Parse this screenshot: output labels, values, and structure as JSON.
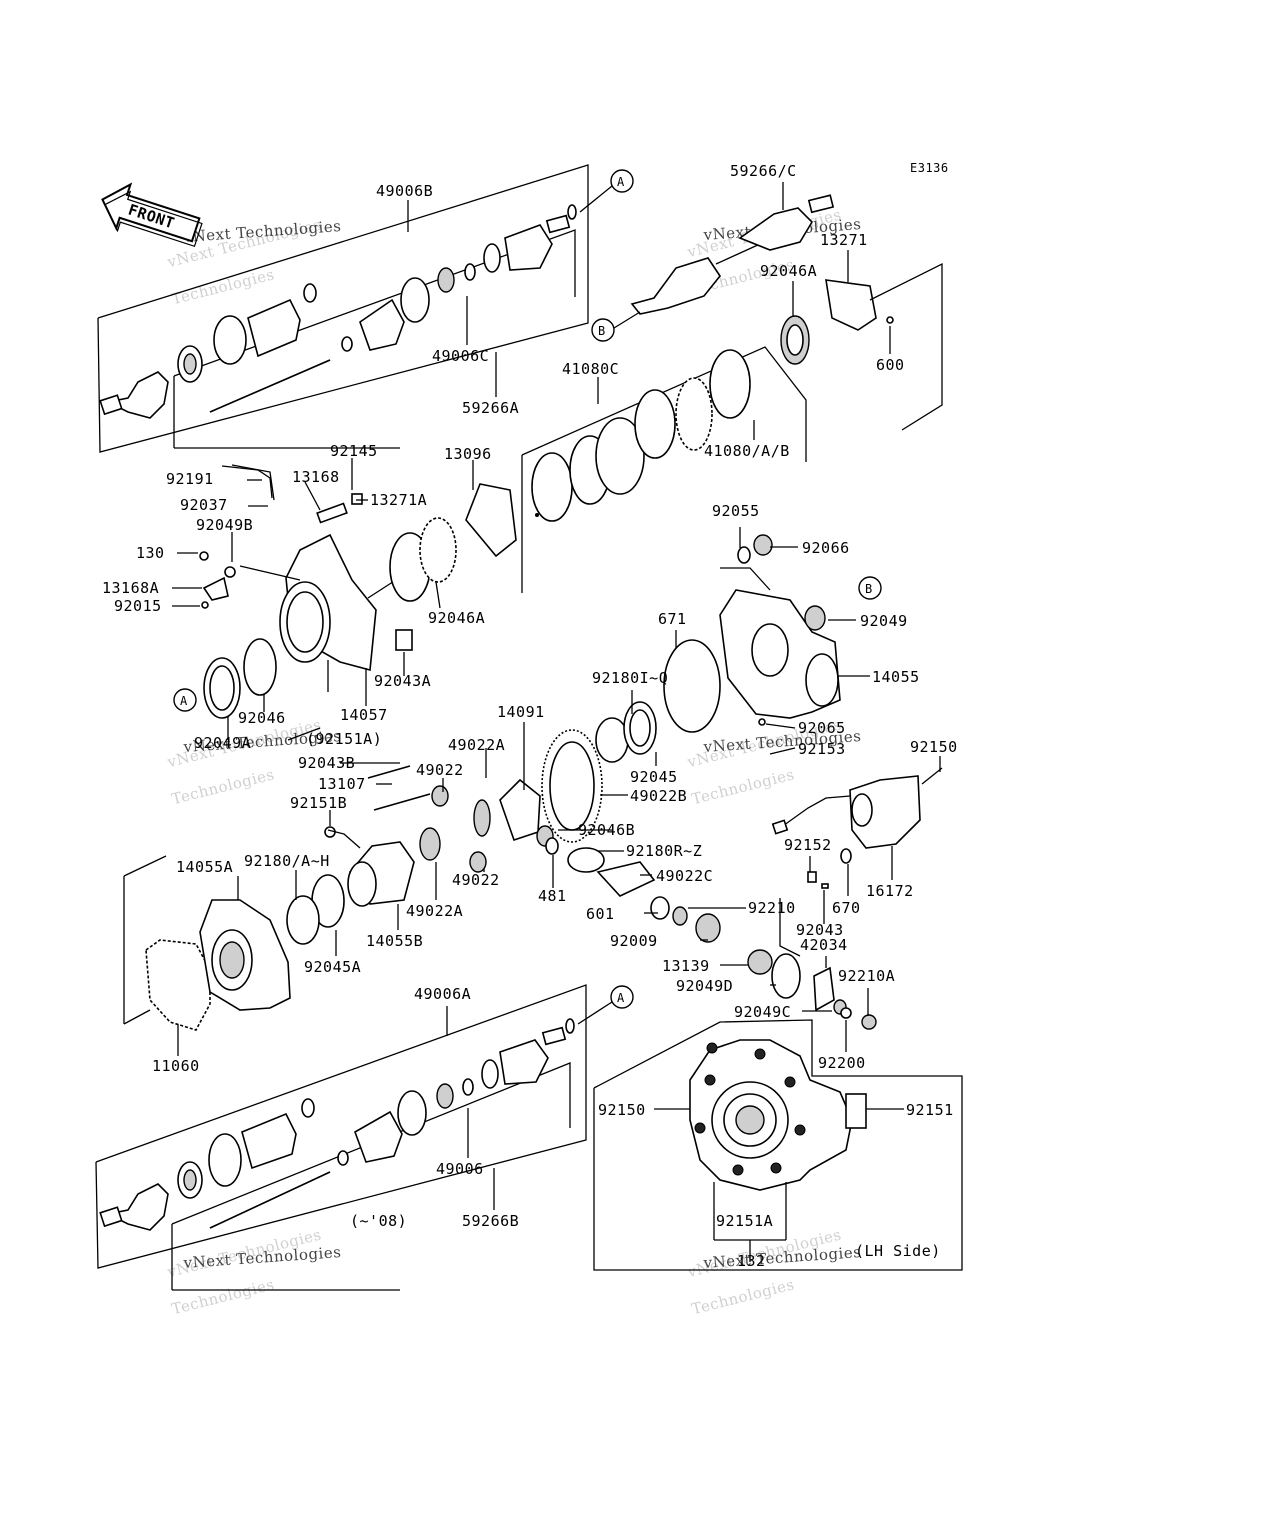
{
  "diagram": {
    "code": "E3136",
    "front_label": "FRONT",
    "side_label": "(LH Side)",
    "version_note": "(~'08)",
    "markers": {
      "a": "A",
      "b": "B"
    },
    "watermark": {
      "line1": "vNext Technologies",
      "line2": "Technologies"
    },
    "parts": [
      "49006B",
      "49006C",
      "59266A",
      "59266/C",
      "13271",
      "92046A",
      "600",
      "41080C",
      "41080/A/B",
      "92145",
      "13096",
      "92191",
      "13168",
      "13271A",
      "92037",
      "92049B",
      "130",
      "13168A",
      "92015",
      "92046A",
      "92043A",
      "92046",
      "14057",
      "92049A",
      "(92151A)",
      "92055",
      "92066",
      "92049",
      "671",
      "14055",
      "92180I~Q",
      "14091",
      "92065",
      "92153",
      "92150",
      "49022A",
      "92045",
      "49022B",
      "92043B",
      "49022",
      "13107",
      "92151B",
      "92046B",
      "92180R~Z",
      "49022C",
      "481",
      "49022",
      "92180/A~H",
      "14055A",
      "601",
      "92210",
      "49022A",
      "14055B",
      "92045A",
      "92009",
      "92152",
      "670",
      "16172",
      "92043",
      "42034",
      "13139",
      "92049D",
      "92210A",
      "49006A",
      "92049C",
      "92200",
      "11060",
      "92150",
      "92151",
      "49006",
      "59266B",
      "92151A",
      "132"
    ]
  }
}
